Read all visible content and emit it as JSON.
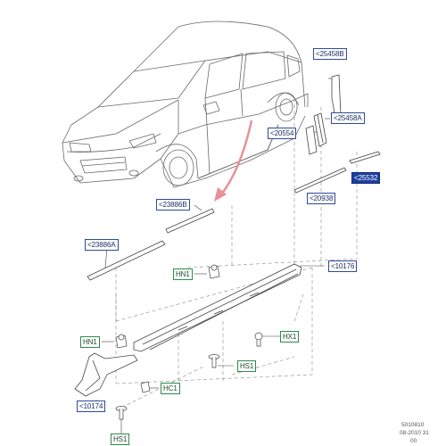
{
  "diagram": {
    "callouts": [
      {
        "id": "c25458b",
        "label": "<25458B",
        "selected": false,
        "green": false
      },
      {
        "id": "c25458a",
        "label": "<25458A",
        "selected": false,
        "green": false
      },
      {
        "id": "c20554",
        "label": "<20554",
        "selected": false,
        "green": false
      },
      {
        "id": "c25532",
        "label": "<25532",
        "selected": true,
        "green": false
      },
      {
        "id": "c20938",
        "label": "<20938",
        "selected": false,
        "green": false
      },
      {
        "id": "c23886b",
        "label": "<23886B",
        "selected": false,
        "green": false
      },
      {
        "id": "c23886a",
        "label": "<23886A",
        "selected": false,
        "green": false
      },
      {
        "id": "c10176",
        "label": "<10176",
        "selected": false,
        "green": false
      },
      {
        "id": "hn1a",
        "label": "HN1",
        "selected": false,
        "green": true
      },
      {
        "id": "hn1b",
        "label": "HN1",
        "selected": false,
        "green": true
      },
      {
        "id": "hx1",
        "label": "HX1",
        "selected": false,
        "green": true
      },
      {
        "id": "hs1a",
        "label": "HS1",
        "selected": false,
        "green": true
      },
      {
        "id": "hc1",
        "label": "HC1",
        "selected": false,
        "green": true
      },
      {
        "id": "c10174",
        "label": "<10174",
        "selected": false,
        "green": false
      },
      {
        "id": "hs1b",
        "label": "HS1",
        "selected": false,
        "green": true
      }
    ],
    "footer": {
      "line1": "5010810",
      "line2": "08-2010 31",
      "line3": "00"
    },
    "colors": {
      "line": "#555555",
      "callout_border": "#2e4a9a",
      "callout_green": "#2e8a4a",
      "selected_bg": "#1f3f9f",
      "arrow": "#e8909a"
    }
  }
}
